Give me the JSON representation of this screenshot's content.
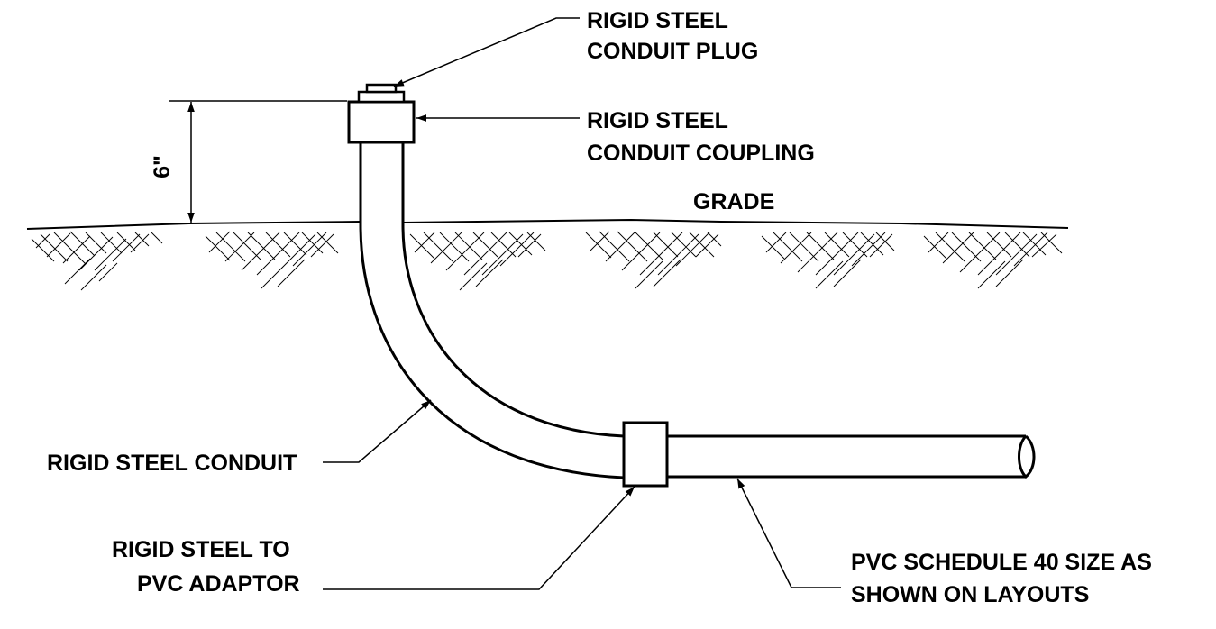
{
  "labels": {
    "plug_line1": "RIGID STEEL",
    "plug_line2": "CONDUIT PLUG",
    "coupling_line1": "RIGID STEEL",
    "coupling_line2": "CONDUIT COUPLING",
    "grade": "GRADE",
    "dimension": "6\"",
    "conduit": "RIGID STEEL CONDUIT",
    "adaptor_line1": "RIGID STEEL TO",
    "adaptor_line2": "PVC ADAPTOR",
    "pvc_line1": "PVC SCHEDULE 40 SIZE AS",
    "pvc_line2": "SHOWN ON LAYOUTS"
  }
}
